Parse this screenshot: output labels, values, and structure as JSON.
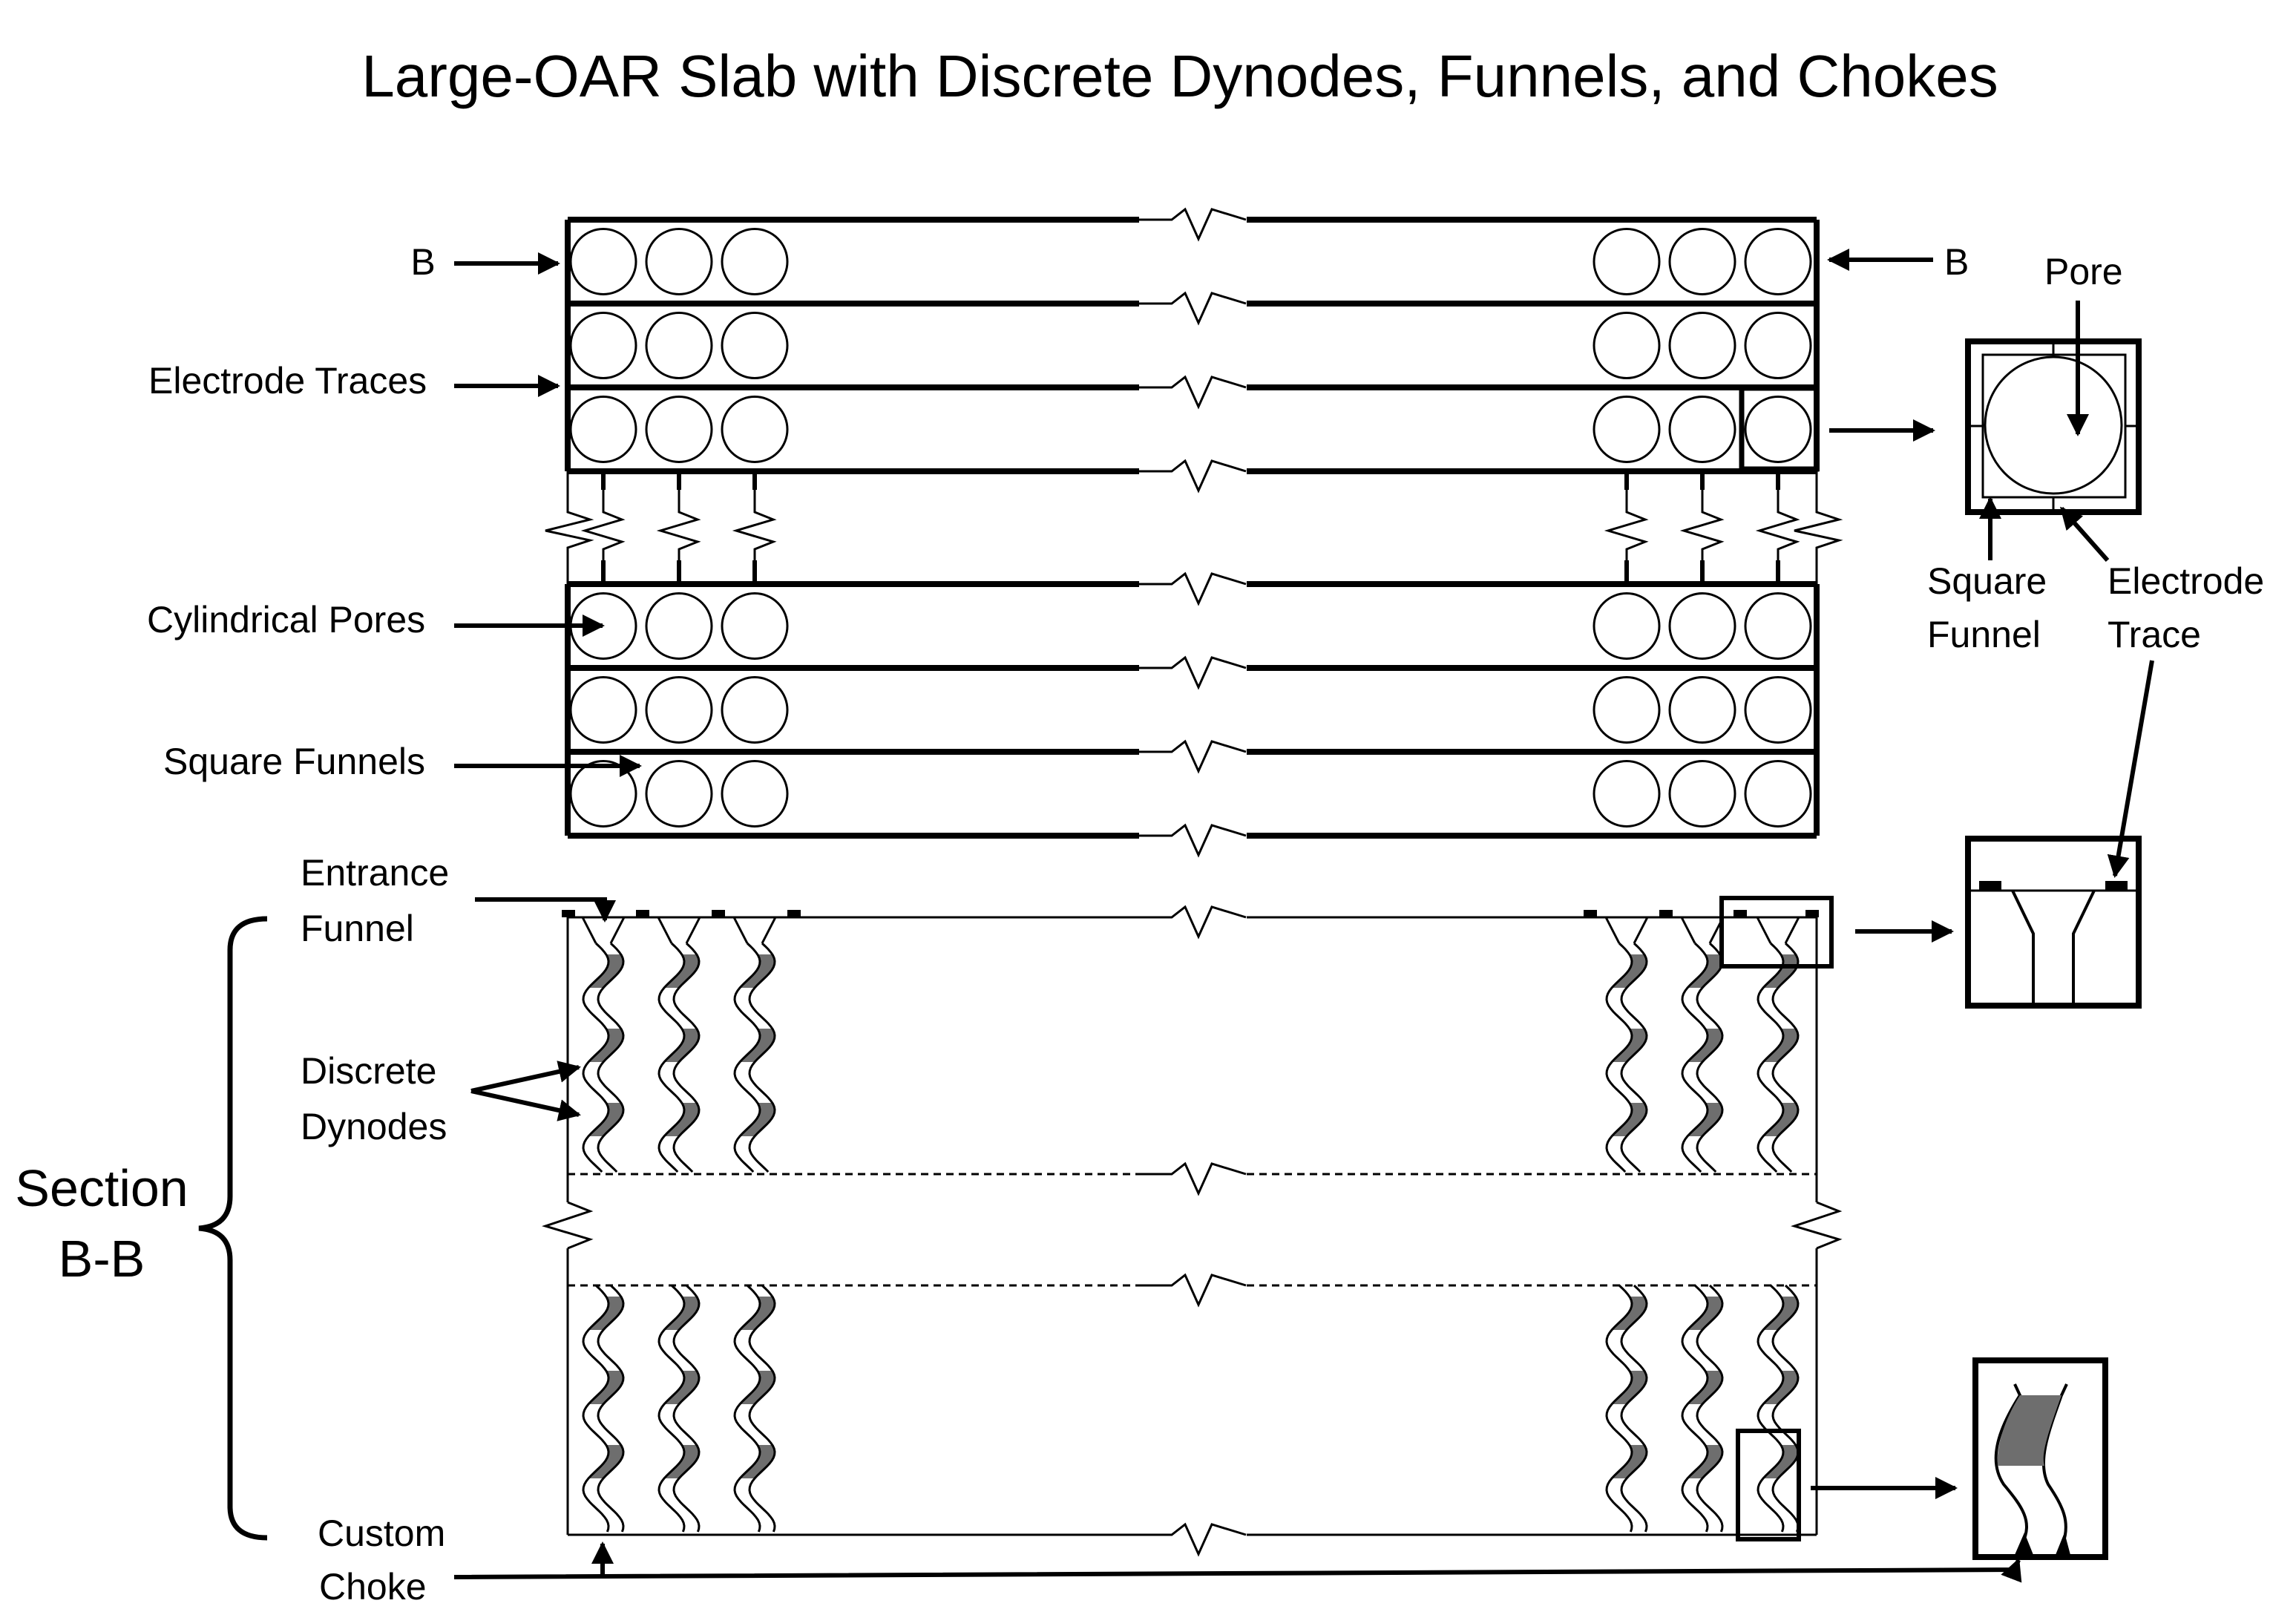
{
  "title": "Large-OAR Slab with Discrete Dynodes, Funnels, and Chokes",
  "labels": {
    "b_left": "B",
    "b_right": "B",
    "electrode_traces": "Electrode Traces",
    "cylindrical_pores": "Cylindrical Pores",
    "square_funnels": "Square Funnels",
    "entrance_funnel_line1": "Entrance",
    "entrance_funnel_line2": "Funnel",
    "discrete_dynodes_line1": "Discrete",
    "discrete_dynodes_line2": "Dynodes",
    "section_line1": "Section",
    "section_line2": "B-B",
    "custom_choke_line1": "Custom",
    "custom_choke_line2": "Choke",
    "pore": "Pore",
    "square_funnel_line1": "Square",
    "square_funnel_line2": "Funnel",
    "electrode_trace_line1": "Electrode",
    "electrode_trace_line2": "Trace"
  },
  "colors": {
    "line": "#000000",
    "dynode_fill": "#6e6e6e",
    "background": "#ffffff"
  }
}
